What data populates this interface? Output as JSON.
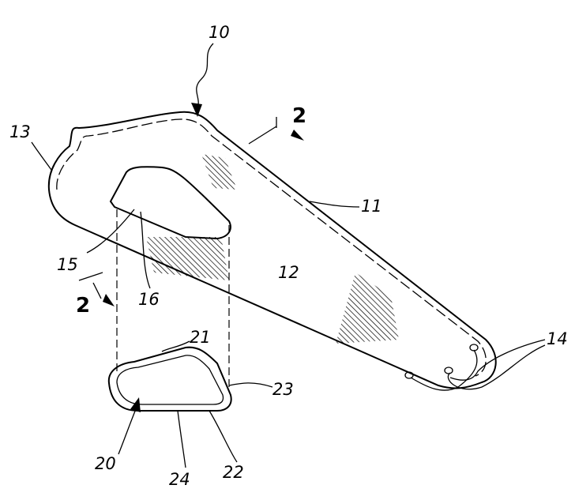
{
  "figure": {
    "labels": {
      "l10": "10",
      "l11": "11",
      "l12": "12",
      "l13": "13",
      "l14": "14",
      "l15": "15",
      "l16": "16",
      "l20": "20",
      "l21": "21",
      "l22": "22",
      "l23": "23",
      "l24": "24",
      "sec_top": "2",
      "sec_bottom": "2"
    }
  }
}
